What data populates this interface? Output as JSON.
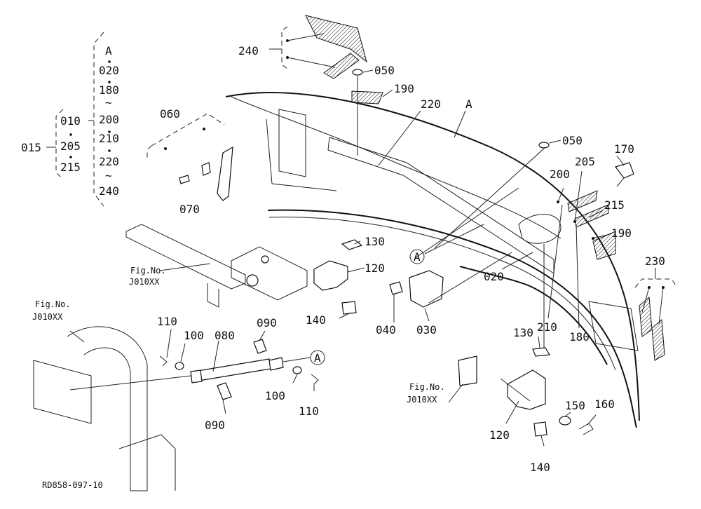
{
  "diagram": {
    "code": "RD858-097-10",
    "legend": {
      "group_label": "015",
      "group_members": [
        "010",
        "205",
        "215"
      ],
      "sequence": [
        "A",
        "020",
        "180",
        "200",
        "210",
        "220",
        "240"
      ]
    },
    "labels": {
      "l240": "240",
      "l050a": "050",
      "l190a": "190",
      "l220": "220",
      "lA": "A",
      "l060": "060",
      "l070": "070",
      "l050b": "050",
      "l170": "170",
      "l205": "205",
      "l200": "200",
      "l215": "215",
      "l190b": "190",
      "l230": "230",
      "l130a": "130",
      "l120a": "120",
      "lA2": "A",
      "l020": "020",
      "l140a": "140",
      "l040": "040",
      "l030": "030",
      "l210": "210",
      "l180": "180",
      "l110a": "110",
      "l100a": "100",
      "l080": "080",
      "l090a": "090",
      "lA3": "A",
      "l100b": "100",
      "l110b": "110",
      "l090b": "090",
      "l130b": "130",
      "l120b": "120",
      "l140b": "140",
      "l150": "150",
      "l160": "160"
    },
    "fig_refs": [
      {
        "line1": "Fig.No.",
        "line2": "J010XX"
      },
      {
        "line1": "Fig.No.",
        "line2": "J010XX"
      },
      {
        "line1": "Fig.No.",
        "line2": "J010XX"
      }
    ]
  }
}
